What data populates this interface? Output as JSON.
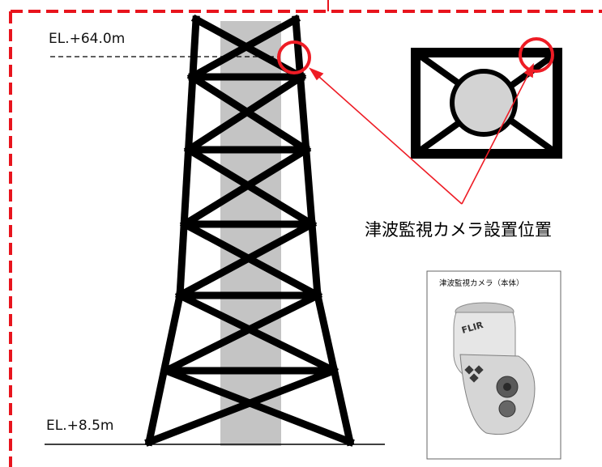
{
  "elevations": {
    "top": "EL.+64.0m",
    "bottom": "EL.+8.5m"
  },
  "callout": {
    "label": "津波監視カメラ設置位置"
  },
  "photo": {
    "caption": "津波監視カメラ（本体）",
    "brand": "FLIR"
  },
  "colors": {
    "boundary": "#e8141d",
    "highlight": "#ee1c25",
    "tower": "#000000",
    "column_band": "#c4c4c4",
    "camera_body": "#d3d3d3"
  }
}
